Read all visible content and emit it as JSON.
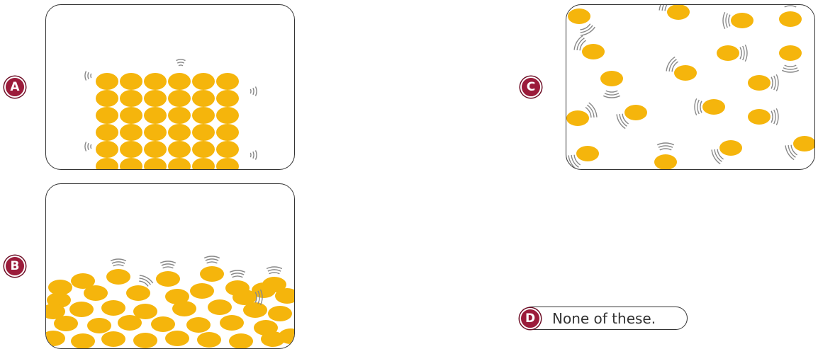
{
  "colors": {
    "badge": "#9b1b3a",
    "particle": "#f5b50c",
    "outline": "#333333",
    "motion": "#888888"
  },
  "options": [
    {
      "letter": "A",
      "state": "solid"
    },
    {
      "letter": "B",
      "state": "liquid"
    },
    {
      "letter": "C",
      "state": "gas"
    },
    {
      "letter": "D",
      "text": "None of these."
    }
  ]
}
